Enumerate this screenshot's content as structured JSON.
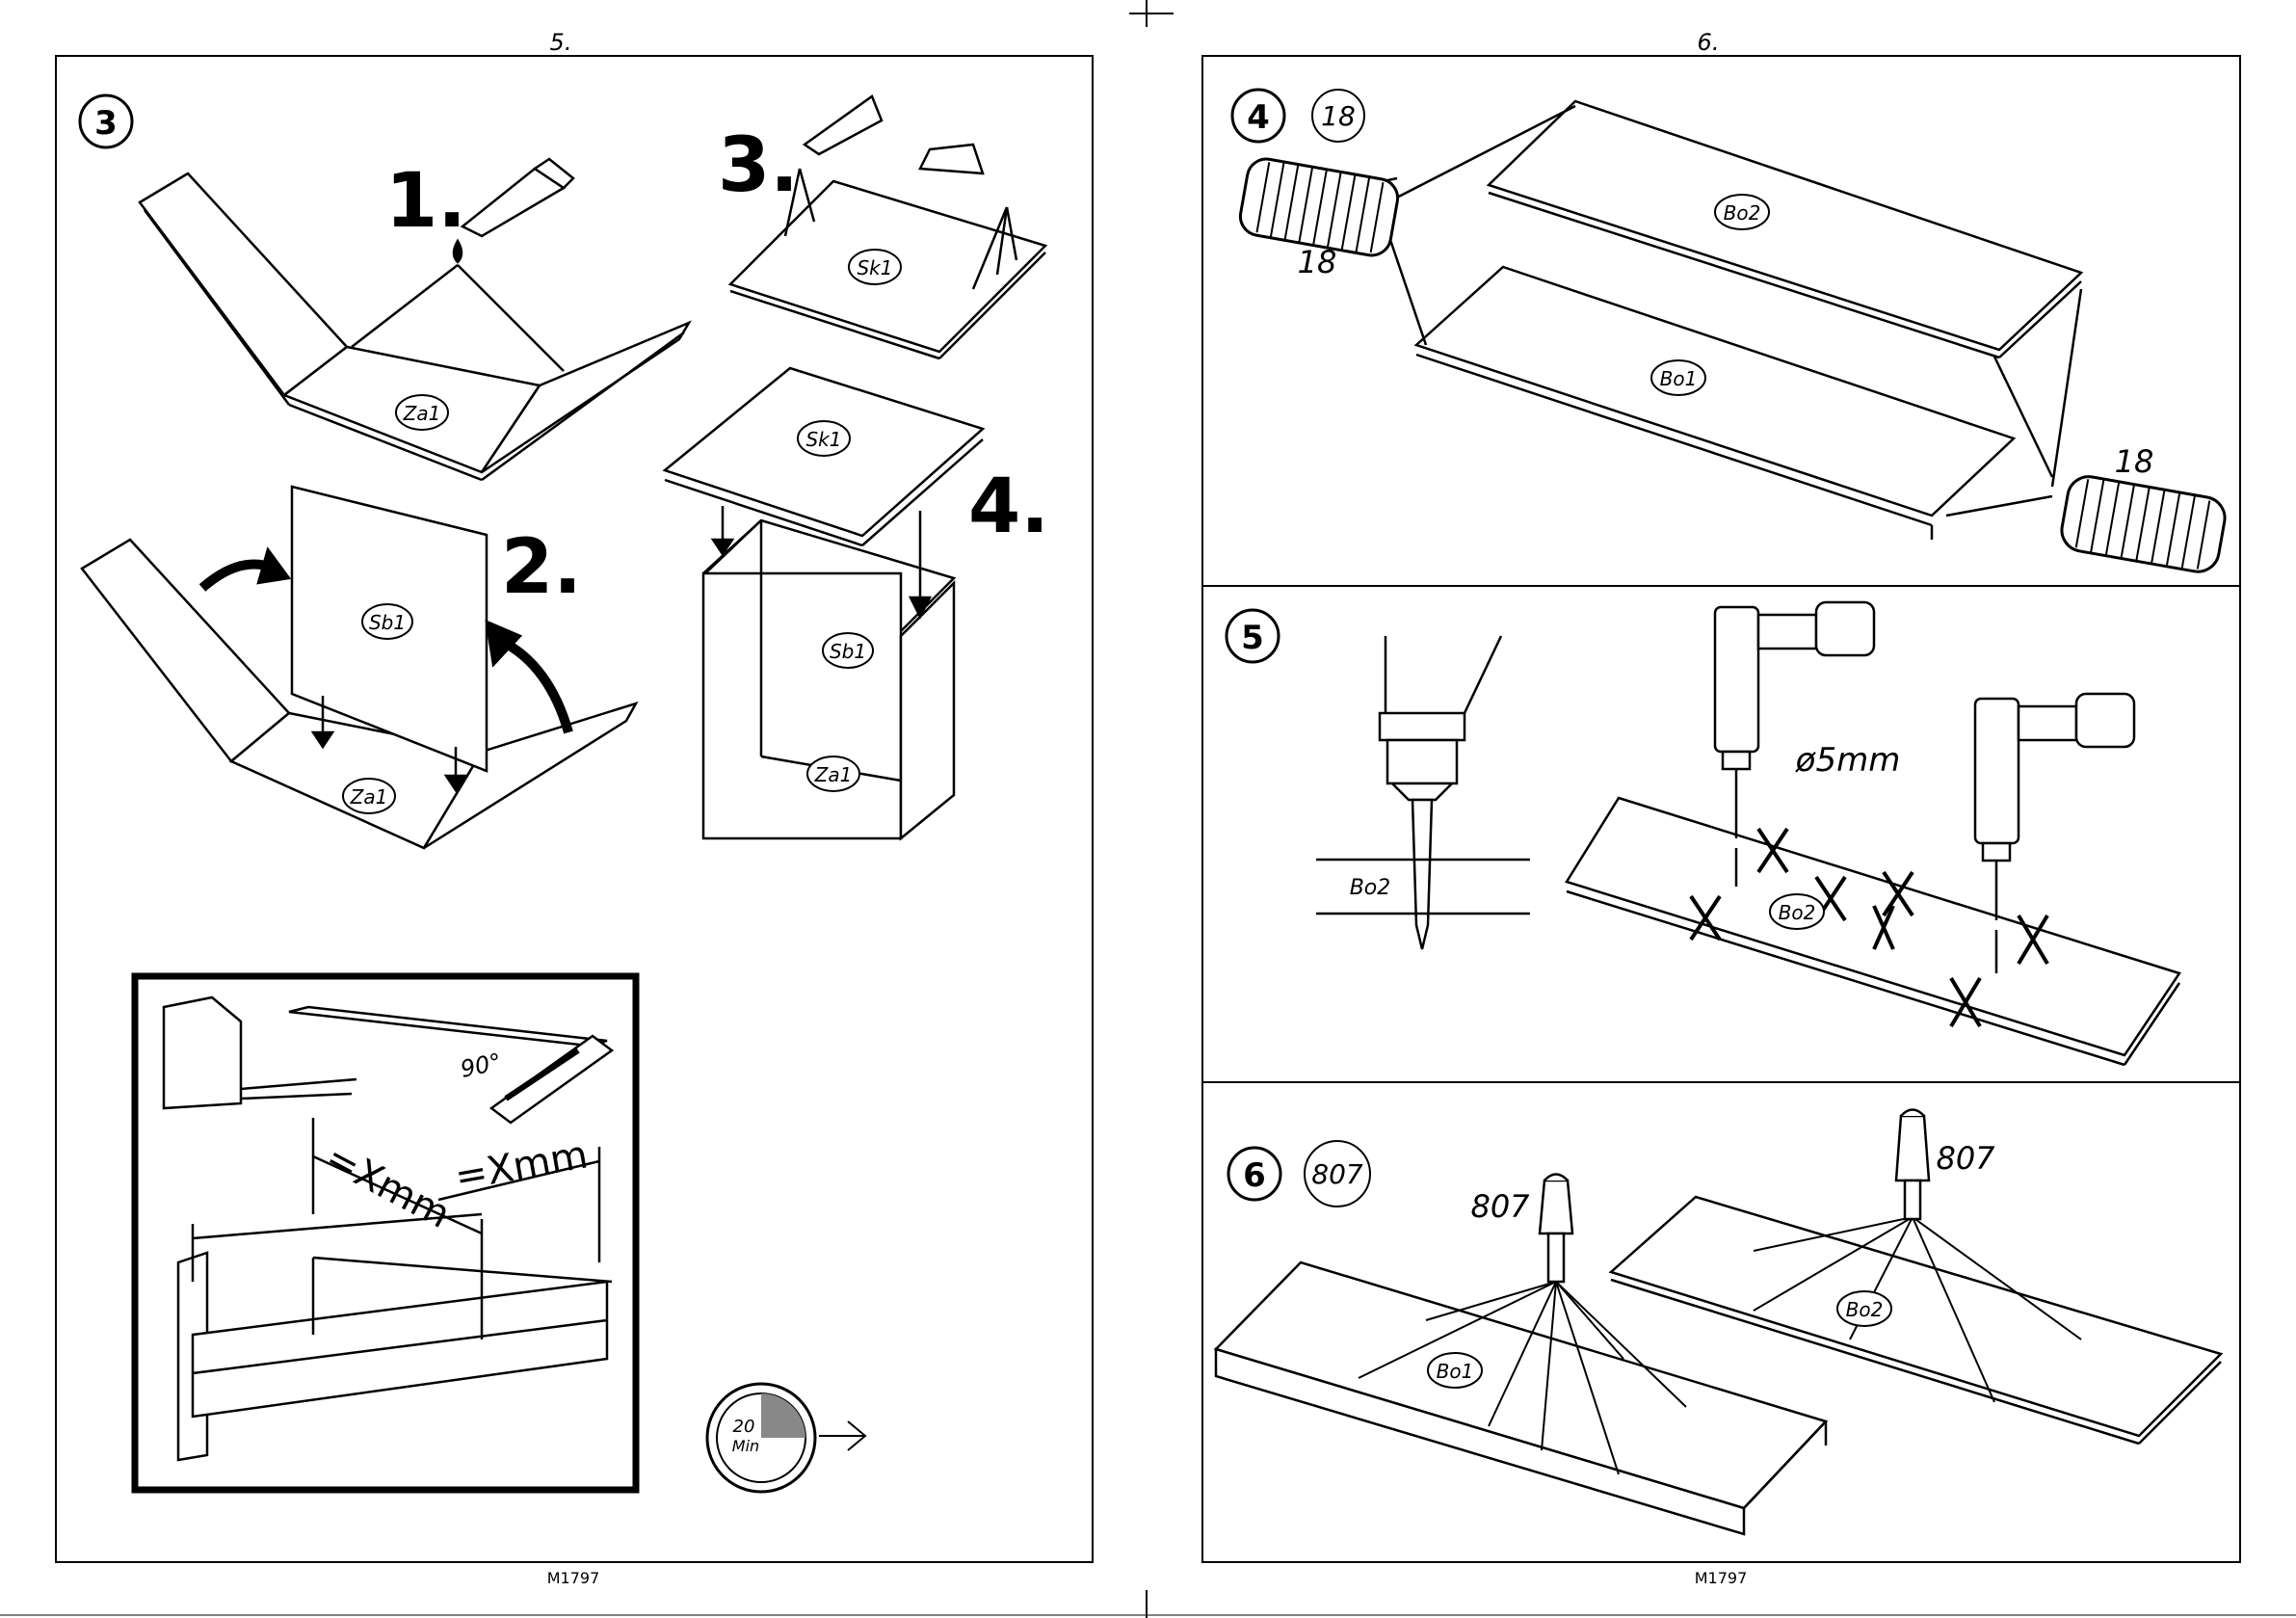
{
  "left_page": {
    "page_number": "5.",
    "footer_code": "M1797",
    "step3": {
      "step_number": "3",
      "sub1": "1.",
      "sub2": "2.",
      "sub3": "3.",
      "sub4": "4.",
      "part_za1": "Za1",
      "part_za1_b": "Za1",
      "part_za1_c": "Za1",
      "part_sb1": "Sb1",
      "part_sb1_b": "Sb1",
      "part_sk1": "Sk1",
      "part_sk1_b": "Sk1"
    },
    "measure_box": {
      "angle": "90°",
      "dim1": "=Xmm",
      "dim2": "=Xmm"
    },
    "timer": {
      "value": "20",
      "unit": "Min"
    }
  },
  "right_page": {
    "page_number": "6.",
    "footer_code": "M1797",
    "step4": {
      "step_number": "4",
      "part_ref": "18",
      "dowel_label_left": "18",
      "dowel_label_right": "18",
      "part_bo2": "Bo2",
      "part_bo1": "Bo1"
    },
    "step5": {
      "step_number": "5",
      "detail_part": "Bo2",
      "drill_size": "ø5mm",
      "part_bo2": "Bo2"
    },
    "step6": {
      "step_number": "6",
      "part_ref": "807",
      "label_a": "807",
      "label_b": "807",
      "part_bo1": "Bo1",
      "part_bo2": "Bo2"
    }
  }
}
